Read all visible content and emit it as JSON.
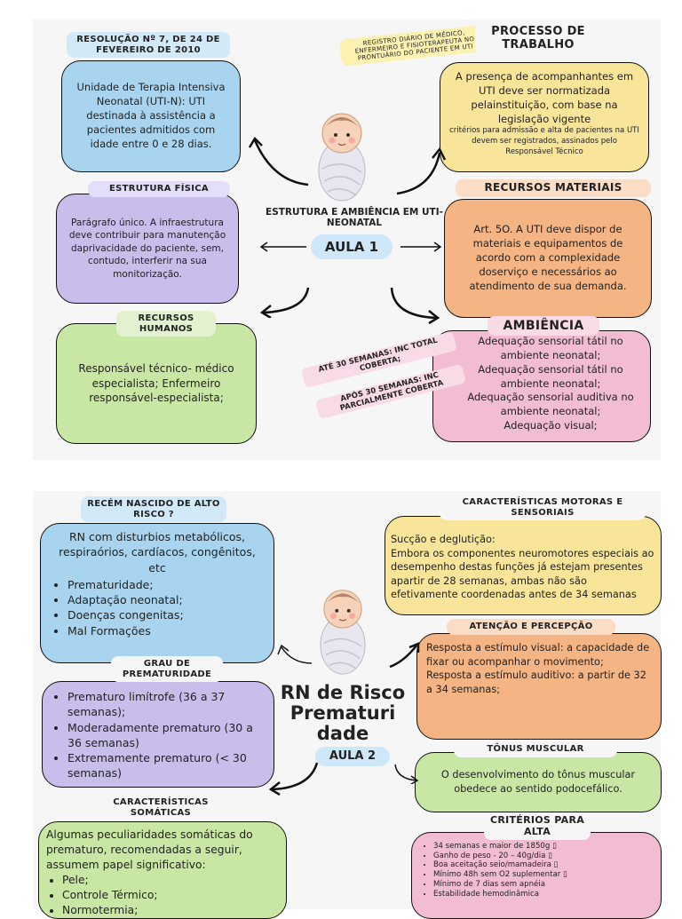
{
  "page1": {
    "center_title": "ESTRUTURA E AMBIÊNCIA EM UTI-NEONATAL",
    "center_badge": "AULA 1",
    "resolucao": {
      "label": "RESOLUÇÃO Nº 7, DE 24 DE FEVEREIRO DE 2010",
      "text": "Unidade de Terapia Intensiva Neonatal (UTI-N): UTI destinada à assistência a pacientes admitidos com idade entre 0 e 28 dias."
    },
    "processo": {
      "label": "PROCESSO DE TRABALHO",
      "note": "REGISTRO DIÁRIO DE MÉDICO, ENFERMEIRO E FISIOTERAPEUTA NO PRONTUÁRIO DO PACIENTE EM UTI",
      "text": "A presença de acompanhantes em UTI deve ser normatizada pelainstituição, com base na legislação vigente",
      "small": "critérios para admissão e alta de pacientes na UTI devem ser registrados, assinados pelo Responsável Técnico"
    },
    "estrutura": {
      "label": "ESTRUTURA FÍSICA",
      "text": "Parágrafo único. A infraestrutura deve contribuir para manutenção daprivacidade do paciente, sem, contudo, interferir na sua monitorização."
    },
    "recursos_materiais": {
      "label": "RECURSOS MATERIAIS",
      "text": "Art. 5O. A UTI deve dispor de materiais e equipamentos de acordo com a complexidade doserviço e necessários ao atendimento de sua demanda."
    },
    "recursos_humanos": {
      "label": "RECURSOS HUMANOS",
      "text": "Responsável técnico- médico especialista; Enfermeiro responsável-especialista;"
    },
    "ambiencia": {
      "label": "AMBIÊNCIA",
      "lines": [
        "Adequação sensorial tátil no ambiente neonatal;",
        "Adequação sensorial tátil no ambiente neonatal;",
        "Adequação sensorial auditiva no ambiente neonatal;",
        "Adequação visual;"
      ],
      "note1": "ATÉ 30 SEMANAS: INC TOTAL COBERTA;",
      "note2": "APÓS 30 SEMANAS: INC PARCIALMENTE COBERTA"
    }
  },
  "page2": {
    "center_title": "RN de Risco Prematuri dade",
    "center_badge": "AULA 2",
    "alto_risco": {
      "label": "RECÉM NASCIDO DE ALTO RISCO ?",
      "intro": "RN com disturbios metabólicos, respiraórios, cardíacos, congênitos, etc",
      "items": [
        "Prematuridade;",
        "Adaptação neonatal;",
        "Doenças congenitas;",
        "Mal Formações"
      ]
    },
    "motoras": {
      "label": "CARACTERÍSTICAS MOTORAS E SENSORIAIS",
      "text1": "Sucção e deglutição:",
      "text2": " Embora os componentes neuromotores especiais ao desempenho destas funções já estejam presentes apartir de 28 semanas, ambas não são efetivamente coordenadas antes de 34 semanas"
    },
    "atencao": {
      "label": "ATENÇÃO E PERCEPÇÃO",
      "text1": "Resposta a estímulo visual: a capacidade de fixar ou acompanhar o movimento;",
      "text2": "Resposta a estímulo auditivo: a partir de 32 a 34 semanas;"
    },
    "grau": {
      "label": "GRAU DE PREMATURIDADE",
      "items": [
        "Prematuro limítrofe (36 a 37 semanas);",
        "Moderadamente prematuro (30 a 36 semanas)",
        "Extremamente prematuro (< 30 semanas)"
      ]
    },
    "tonus": {
      "label": "TÔNUS MUSCULAR",
      "text": "O desenvolvimento do tônus muscular obedece ao sentido podocefálico."
    },
    "somaticas": {
      "label": "CARACTERÍSTICAS SOMÁTICAS",
      "intro": "Algumas peculiaridades somáticas do prematuro, recomendadas a seguir, assumem papel significativo:",
      "items": [
        "Pele;",
        "Controle Térmico;",
        "Normotermia;"
      ]
    },
    "alta": {
      "label": "CRITÉRIOS PARA ALTA",
      "items": [
        "34 semanas e maior de 1850g ▯",
        "Ganho de peso - 20 – 40g/dia ▯",
        "Boa aceitação seio/mamadeira ▯",
        "Mínimo 48h sem O2 suplementar ▯",
        "Mínimo de 7 dias sem apnéia",
        "Estabilidade hemodinâmica"
      ]
    }
  }
}
